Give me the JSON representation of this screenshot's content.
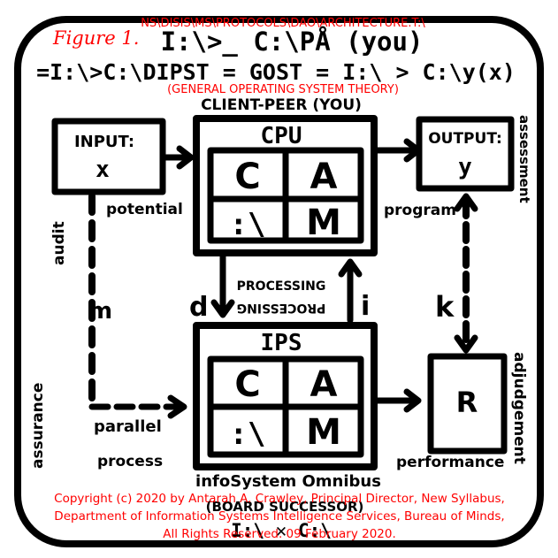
{
  "header": {
    "path_text": "NS\\DISIS\\MS\\PROTOCOLS\\DAO\\ARCHITECTURE.T:\\",
    "figure_label": "Figure 1.",
    "formula_line1": "I:\\>_ C:\\PÅ (you)",
    "formula_line2": "=I:\\>C:\\DIPST = GOST = I:\\ > C:\\y(x)",
    "theory_text": "(GENERAL OPERATING SYSTEM THEORY)",
    "client_peer": "CLIENT-PEER (YOU)"
  },
  "nodes": {
    "input_label": "INPUT:",
    "input_var": "x",
    "cpu_label": "CPU",
    "output_label": "OUTPUT:",
    "output_var": "y",
    "ips_label": "IPS",
    "r_label": "R",
    "cells": [
      "C",
      "A",
      ":\\",
      "M"
    ]
  },
  "annotations": {
    "potential": "potential",
    "program": "program",
    "assessment": "assessment",
    "audit": "audit",
    "m": "m",
    "d": "d",
    "processing": "PROCESSING",
    "processing_mirror": "PROCESSING",
    "i": "i",
    "k": "k",
    "assurance": "assurance",
    "parallel": "parallel",
    "process": "process",
    "adjudgement": "adjudgement",
    "performance": "performance",
    "infosystem": "infoSystem Omnibus",
    "board": "(BOARD SUCCESSOR)",
    "footer_logo": "I:\\ ✕ C:\\"
  },
  "footer": {
    "line1": "Copyright (c) 2020 by Antarah A. Crawley, Principal Director, New Syllabus,",
    "line2": "Department of Information Systems Intelligence Services, Bureau of Minds,",
    "line3": "All Rights Reserved. 09 February 2020."
  },
  "colors": {
    "ink": "#000000",
    "accent": "#ff0000",
    "paper": "#ffffff"
  }
}
